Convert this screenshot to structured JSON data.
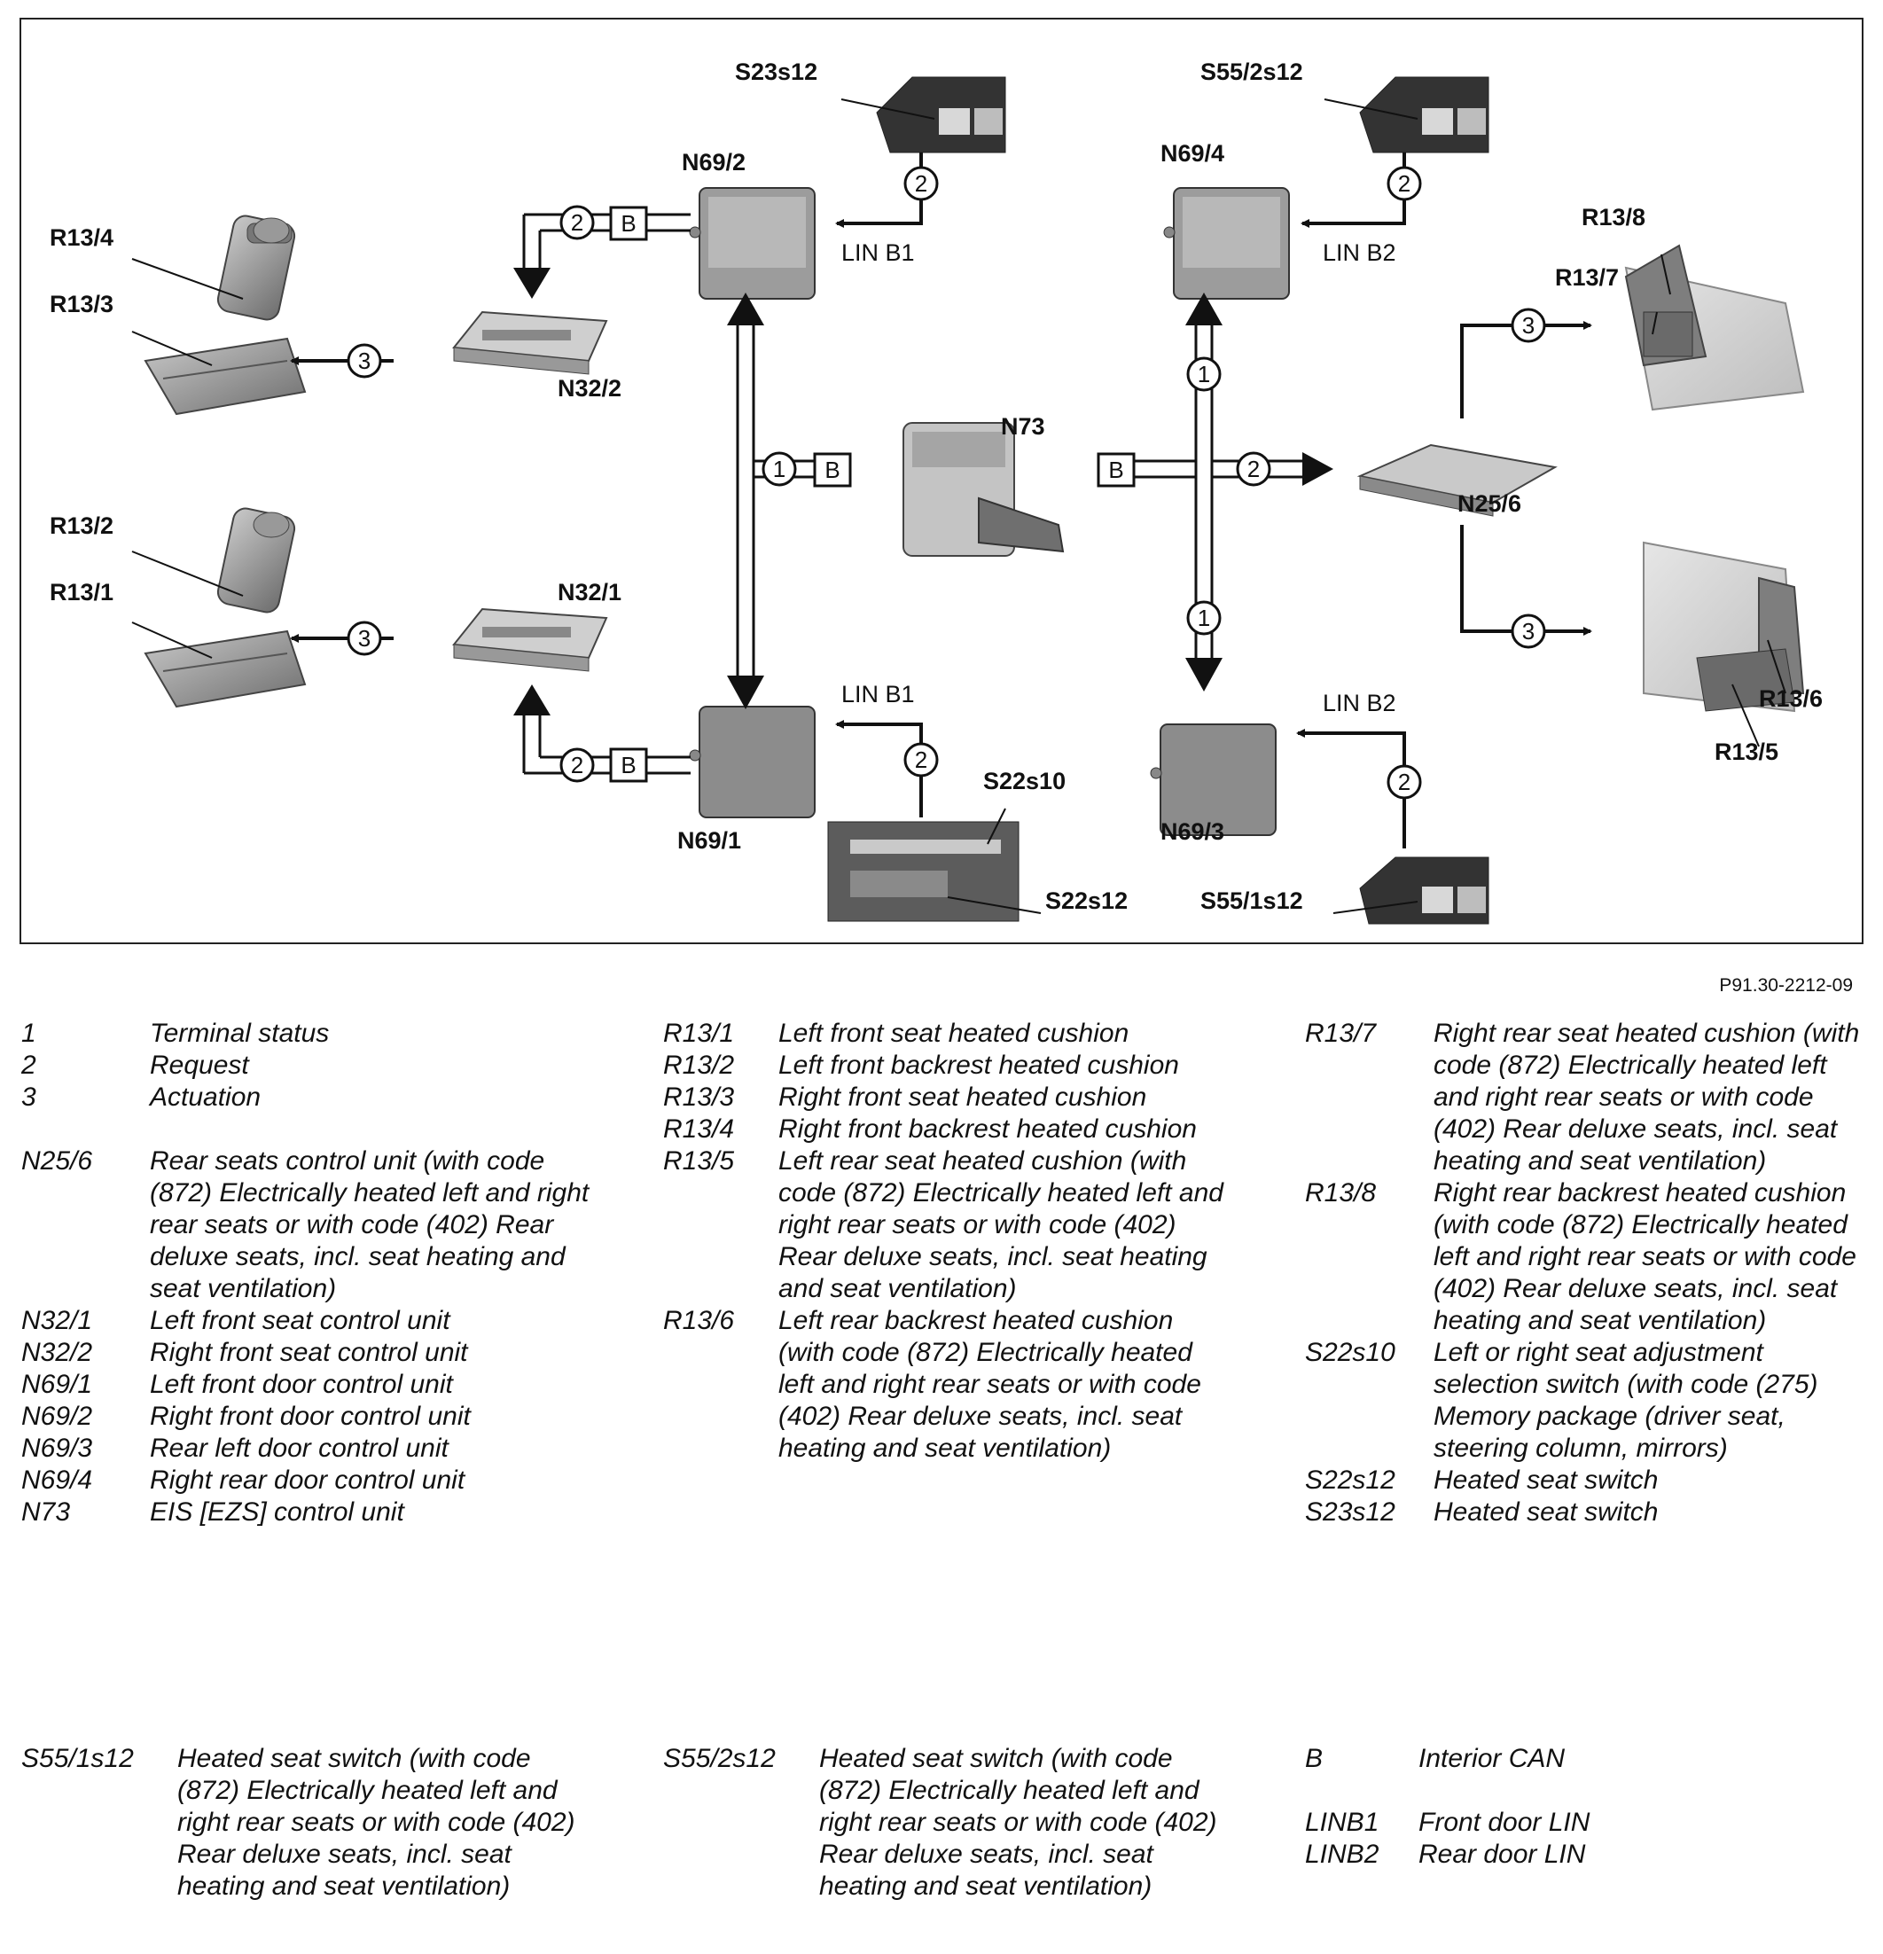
{
  "figure_id": "P91.30-2212-09",
  "labels": {
    "R13_4": "R13/4",
    "R13_3": "R13/3",
    "R13_2": "R13/2",
    "R13_1": "R13/1",
    "R13_8": "R13/8",
    "R13_7": "R13/7",
    "R13_6": "R13/6",
    "R13_5": "R13/5",
    "N32_2": "N32/2",
    "N32_1": "N32/1",
    "N69_2": "N69/2",
    "N69_1": "N69/1",
    "N69_4": "N69/4",
    "N69_3": "N69/3",
    "N73": "N73",
    "N25_6": "N25/6",
    "S23s12": "S23s12",
    "S55_2s12": "S55/2s12",
    "S22s10": "S22s10",
    "S22s12": "S22s12",
    "S55_1s12": "S55/1s12",
    "lin_b1": "LIN B1",
    "lin_b2": "LIN B2",
    "bus_b": "B",
    "sig1": "1",
    "sig2": "2",
    "sig3": "3"
  },
  "legend": {
    "col1": [
      {
        "key": "1",
        "desc": "Terminal status"
      },
      {
        "key": "2",
        "desc": "Request"
      },
      {
        "key": "3",
        "desc": "Actuation"
      },
      {
        "key": "N25/6",
        "desc": "Rear seats control unit (with code (872) Electrically heated left and right rear seats or with code (402) Rear deluxe seats, incl. seat heating and seat ventilation)"
      },
      {
        "key": "N32/1",
        "desc": "Left front seat control unit"
      },
      {
        "key": "N32/2",
        "desc": "Right front seat control unit"
      },
      {
        "key": "N69/1",
        "desc": "Left front door control unit"
      },
      {
        "key": "N69/2",
        "desc": "Right front door control unit"
      },
      {
        "key": "N69/3",
        "desc": "Rear left door control unit"
      },
      {
        "key": "N69/4",
        "desc": "Right rear door control unit"
      },
      {
        "key": "N73",
        "desc": "EIS [EZS] control unit"
      }
    ],
    "col2": [
      {
        "key": "R13/1",
        "desc": "Left front seat heated cushion"
      },
      {
        "key": "R13/2",
        "desc": "Left front backrest heated cushion"
      },
      {
        "key": "R13/3",
        "desc": "Right front seat heated cushion"
      },
      {
        "key": "R13/4",
        "desc": "Right front backrest heated cushion"
      },
      {
        "key": "R13/5",
        "desc": "Left rear seat heated cushion (with code (872) Electrically heated left and right rear seats or with code (402) Rear deluxe seats, incl. seat heating and seat ventilation)"
      },
      {
        "key": "R13/6",
        "desc": "Left rear backrest heated cushion (with code (872) Electrically heated left and right rear seats or with code (402) Rear deluxe seats, incl. seat heating and seat ventilation)"
      }
    ],
    "col3": [
      {
        "key": "R13/7",
        "desc": "Right rear seat heated cushion (with code (872) Electrically heated left and right rear seats or with code (402) Rear deluxe seats, incl. seat heating and seat ventilation)"
      },
      {
        "key": "R13/8",
        "desc": "Right rear backrest heated cushion (with code (872) Electrically heated left and right rear seats or with code (402) Rear deluxe seats, incl. seat heating and seat ventilation)"
      },
      {
        "key": "S22s10",
        "desc": "Left or right seat adjustment selection switch (with code (275) Memory package (driver seat, steering column, mirrors)"
      },
      {
        "key": "S22s12",
        "desc": "Heated seat switch"
      },
      {
        "key": "S23s12",
        "desc": "Heated seat switch"
      }
    ],
    "bottom1": {
      "key": "S55/1s12",
      "desc": "Heated seat switch (with code (872) Electrically heated left and right rear seats or with code (402) Rear deluxe seats, incl. seat heating and seat ventilation)"
    },
    "bottom2": {
      "key": "S55/2s12",
      "desc": "Heated seat switch (with code (872) Electrically heated left and right rear seats or with code (402) Rear deluxe seats, incl. seat heating and seat ventilation)"
    },
    "bottom3": [
      {
        "key": "B",
        "desc": "Interior CAN"
      },
      {
        "key": "LINB1",
        "desc": "Front door LIN"
      },
      {
        "key": "LINB2",
        "desc": "Rear door LIN"
      }
    ]
  }
}
